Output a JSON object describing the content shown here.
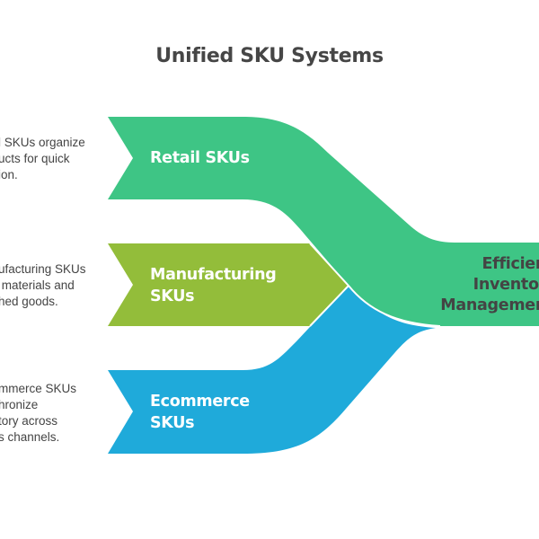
{
  "title": "Unified SKU Systems",
  "colors": {
    "retail": "#3EC585",
    "manufacturing": "#93BD3A",
    "ecommerce": "#1FAADA",
    "title_text": "#464646",
    "description_text": "#444444",
    "label_text": "#FFFFFF"
  },
  "sources": [
    {
      "id": "retail",
      "label": "Retail SKUs",
      "description": "l SKUs organize\nucts for quick\nion."
    },
    {
      "id": "manufacturing",
      "label": "Manufacturing\nSKUs",
      "description": "ufacturing SKUs\n materials and\nhed goods."
    },
    {
      "id": "ecommerce",
      "label": "Ecommerce\nSKUs",
      "description": "mmerce SKUs\nhronize\ntory across\ns channels."
    }
  ],
  "target": {
    "label": "Efficien\nInventor\nManagemen"
  }
}
